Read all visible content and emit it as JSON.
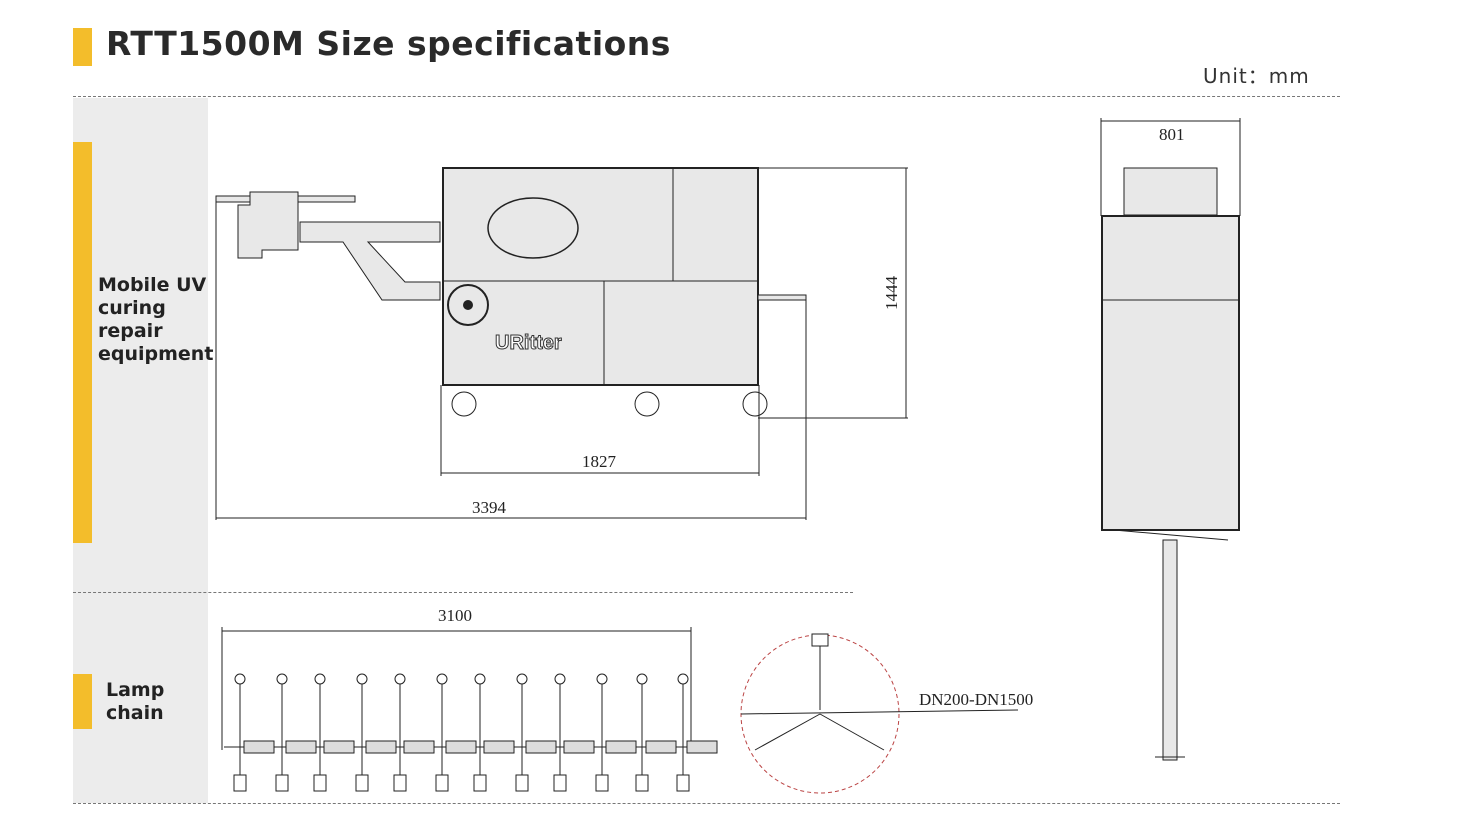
{
  "header": {
    "title": "RTT1500M Size specifications",
    "unit": "Unit：mm"
  },
  "sections": [
    {
      "label_lines": [
        "Mobile UV",
        "curing",
        "repair",
        "equipment"
      ]
    },
    {
      "label_lines": [
        "Lamp",
        "chain"
      ]
    }
  ],
  "dimensions": {
    "overall_length": "3394",
    "body_length": "1827",
    "height": "1444",
    "width": "801",
    "chain_length": "3100",
    "pipe_range": "DN200-DN1500"
  },
  "brand_logo": "URitter",
  "colors": {
    "accent": "#f3bd2b",
    "sidebar": "#ececec"
  }
}
